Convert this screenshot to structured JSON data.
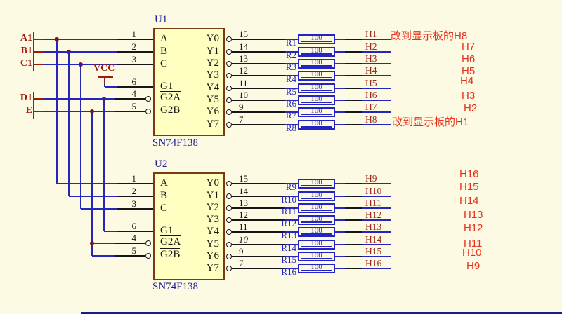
{
  "ports": [
    {
      "label": "A1"
    },
    {
      "label": "B1"
    },
    {
      "label": "C1"
    },
    {
      "label": "D1"
    },
    {
      "label": "E"
    }
  ],
  "power": {
    "label": "VCC"
  },
  "chips": [
    {
      "refdes": "U1",
      "part": "SN74F138",
      "inputs": [
        {
          "pin": "1",
          "name": "A",
          "bar": false,
          "bubble": false
        },
        {
          "pin": "2",
          "name": "B",
          "bar": false,
          "bubble": false
        },
        {
          "pin": "3",
          "name": "C",
          "bar": false,
          "bubble": false
        },
        {
          "pin": "6",
          "name": "G1",
          "bar": false,
          "bubble": false
        },
        {
          "pin": "4",
          "name": "G2A",
          "bar": true,
          "bubble": true
        },
        {
          "pin": "5",
          "name": "G2B",
          "bar": true,
          "bubble": true
        }
      ],
      "outputs": [
        {
          "pin": "15",
          "name": "Y0",
          "res": "R1",
          "value": "100",
          "net": "H1",
          "note": "改到显示板的H8"
        },
        {
          "pin": "14",
          "name": "Y1",
          "res": "R2",
          "value": "100",
          "net": "H2",
          "note": "H7"
        },
        {
          "pin": "13",
          "name": "Y2",
          "res": "R3",
          "value": "100",
          "net": "H3",
          "note": "H6"
        },
        {
          "pin": "12",
          "name": "Y3",
          "res": "R4",
          "value": "100",
          "net": "H4",
          "note": "H5"
        },
        {
          "pin": "11",
          "name": "Y4",
          "res": "R5",
          "value": "100",
          "net": "H5",
          "note": "H4"
        },
        {
          "pin": "10",
          "name": "Y5",
          "res": "R6",
          "value": "100",
          "net": "H6",
          "note": "H3"
        },
        {
          "pin": "9",
          "name": "Y6",
          "res": "R7",
          "value": "100",
          "net": "H7",
          "note": "H2"
        },
        {
          "pin": "7",
          "name": "Y7",
          "res": "R8",
          "value": "100",
          "net": "H8",
          "note": "改到显示板的H1"
        }
      ]
    },
    {
      "refdes": "U2",
      "part": "SN74F138",
      "inputs": [
        {
          "pin": "1",
          "name": "A",
          "bar": false,
          "bubble": false
        },
        {
          "pin": "2",
          "name": "B",
          "bar": false,
          "bubble": false
        },
        {
          "pin": "3",
          "name": "C",
          "bar": false,
          "bubble": false
        },
        {
          "pin": "6",
          "name": "G1",
          "bar": false,
          "bubble": false
        },
        {
          "pin": "4",
          "name": "G2A",
          "bar": true,
          "bubble": true
        },
        {
          "pin": "5",
          "name": "G2B",
          "bar": true,
          "bubble": true
        }
      ],
      "outputs": [
        {
          "pin": "15",
          "name": "Y0",
          "res": "R9",
          "value": "100",
          "net": "H9",
          "note": "H16"
        },
        {
          "pin": "14",
          "name": "Y1",
          "res": "R10",
          "value": "100",
          "net": "H10",
          "note": "H15"
        },
        {
          "pin": "13",
          "name": "Y2",
          "res": "R11",
          "value": "100",
          "net": "H11",
          "note": "H14"
        },
        {
          "pin": "12",
          "name": "Y3",
          "res": "R12",
          "value": "100",
          "net": "H12",
          "note": "H13"
        },
        {
          "pin": "11",
          "name": "Y4",
          "res": "R13",
          "value": "100",
          "net": "H13",
          "note": "H12"
        },
        {
          "pin": "10",
          "name": "Y5",
          "res": "R14",
          "value": "100",
          "net": "H14",
          "note": "H11",
          "italic": true
        },
        {
          "pin": "9",
          "name": "Y6",
          "res": "R15",
          "value": "100",
          "net": "H15",
          "note": "H10"
        },
        {
          "pin": "7",
          "name": "Y7",
          "res": "R16",
          "value": "100",
          "net": "H16",
          "note": "H9"
        }
      ]
    }
  ],
  "colors": {
    "background": "#fcfae2",
    "wire": "#2626bb",
    "lead": "#161616",
    "port": "#9d1c10",
    "chip_border": "#7c3a14",
    "chip_fill": "#ffffc2",
    "chip_text": "#1c1c99",
    "resistor": "#2424c4",
    "net_label": "#9d2a1c",
    "annotation": "#e7301c",
    "junction": "#7c1010",
    "bubble_fill": "#fffdf0",
    "bottom_line": "#1b1b8e"
  }
}
